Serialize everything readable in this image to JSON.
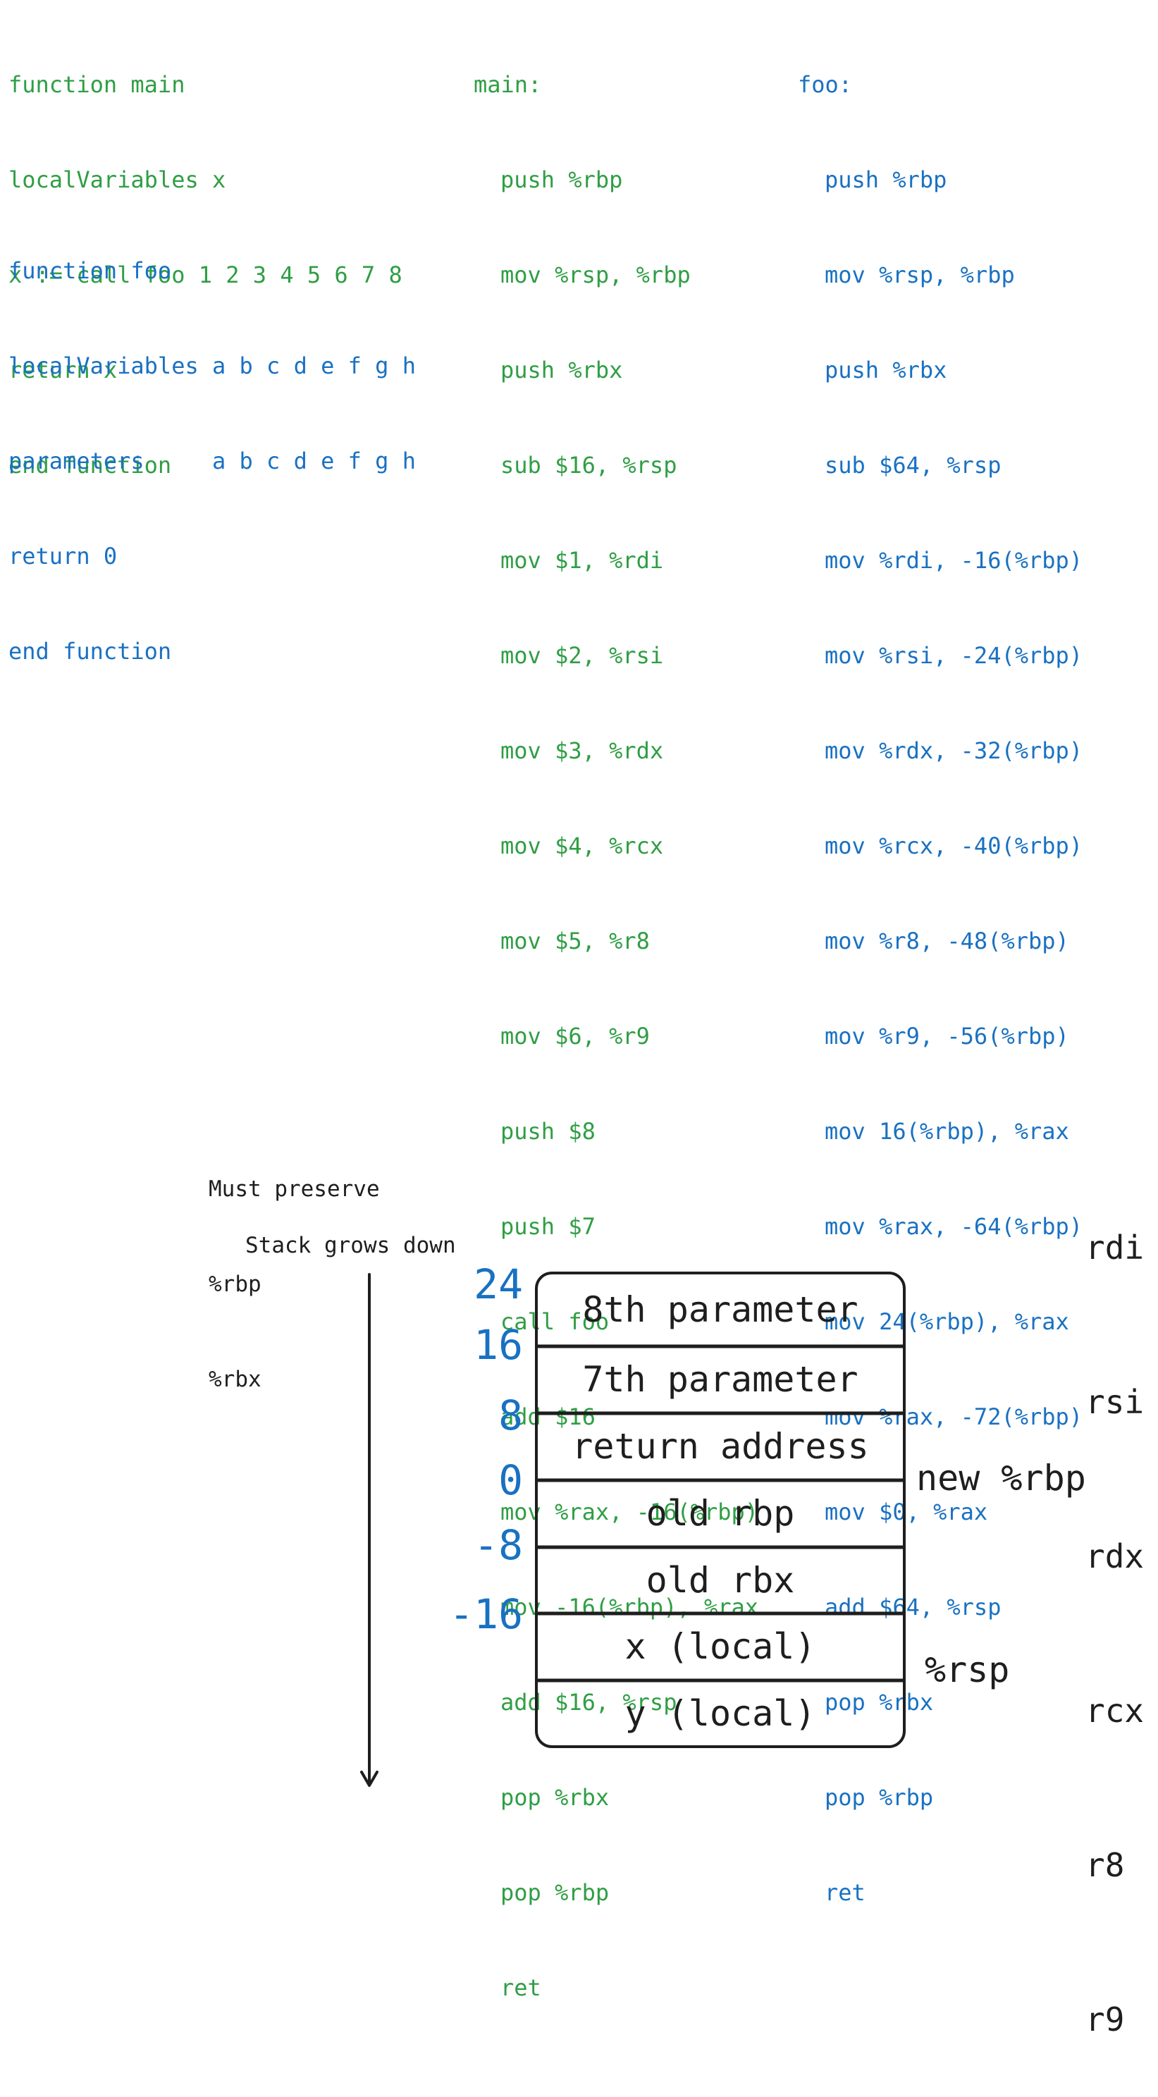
{
  "pseudocode": {
    "main": {
      "color": "#2f9e44",
      "lines": [
        "function main",
        "localVariables x",
        "x := call foo 1 2 3 4 5 6 7 8",
        "return x",
        "end function"
      ]
    },
    "foo": {
      "color": "#1971c2",
      "lines": [
        "function foo",
        "localVariables a b c d e f g h",
        "parameters     a b c d e f g h",
        "return 0",
        "end function"
      ]
    }
  },
  "assembly": {
    "main": {
      "label": "main:",
      "color": "#2f9e44",
      "instructions": [
        "push %rbp",
        "mov %rsp, %rbp",
        "push %rbx",
        "sub $16, %rsp",
        "mov $1, %rdi",
        "mov $2, %rsi",
        "mov $3, %rdx",
        "mov $4, %rcx",
        "mov $5, %r8",
        "mov $6, %r9",
        "push $8",
        "push $7",
        "call foo",
        "add $16",
        "mov %rax, -16(%rbp)",
        "mov -16(%rbp), %rax",
        "add $16, %rsp",
        "pop %rbx",
        "pop %rbp",
        "ret"
      ]
    },
    "foo": {
      "label": "foo:",
      "color": "#1971c2",
      "instructions": [
        "push %rbp",
        "mov %rsp, %rbp",
        "push %rbx",
        "sub $64, %rsp",
        "mov %rdi, -16(%rbp)",
        "mov %rsi, -24(%rbp)",
        "mov %rdx, -32(%rbp)",
        "mov %rcx, -40(%rbp)",
        "mov %r8, -48(%rbp)",
        "mov %r9, -56(%rbp)",
        "mov 16(%rbp), %rax",
        "mov %rax, -64(%rbp)",
        "mov 24(%rbp), %rax",
        "mov %rax, -72(%rbp)",
        "mov $0, %rax",
        "add $64, %rsp",
        "pop %rbx",
        "pop %rbp",
        "ret"
      ]
    }
  },
  "notes": {
    "preserve_title": "Must preserve",
    "preserve_regs": [
      "%rbp",
      "%rbx"
    ],
    "stack_direction": "Stack grows down"
  },
  "stack": {
    "cells": [
      "8th parameter",
      "7th parameter",
      "return address",
      "old rbp",
      "old rbx",
      "x (local)",
      "y (local)"
    ],
    "offsets": [
      "24",
      "16",
      "8",
      "0",
      "-8",
      "-16"
    ],
    "offset_color": "#1971c2",
    "frame_pointer_label": "new %rbp",
    "stack_pointer_label": "%rsp"
  },
  "argument_registers": [
    "rdi",
    "rsi",
    "rdx",
    "rcx",
    "r8",
    "r9"
  ]
}
